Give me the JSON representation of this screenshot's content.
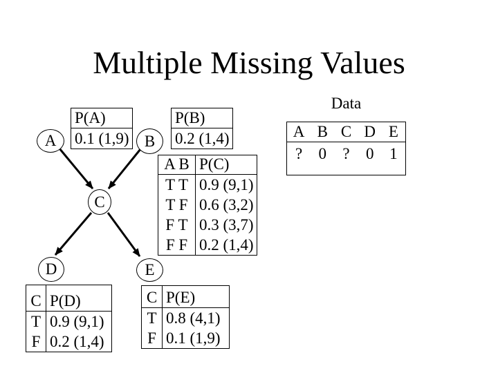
{
  "slide": {
    "title": "Multiple Missing Values",
    "data_label": "Data",
    "colors": {
      "background": "#ffffff",
      "foreground": "#000000"
    }
  },
  "network": {
    "nodes": [
      {
        "id": "A",
        "label": "A"
      },
      {
        "id": "B",
        "label": "B"
      },
      {
        "id": "C",
        "label": "C"
      },
      {
        "id": "D",
        "label": "D"
      },
      {
        "id": "E",
        "label": "E"
      }
    ],
    "edges": [
      {
        "from": "A",
        "to": "C"
      },
      {
        "from": "B",
        "to": "C"
      },
      {
        "from": "C",
        "to": "D"
      },
      {
        "from": "C",
        "to": "E"
      }
    ]
  },
  "tables": {
    "pa": {
      "header": "P(A)",
      "value": "0.1 (1,9)"
    },
    "pb": {
      "header": "P(B)",
      "value": "0.2 (1,4)"
    },
    "pc": {
      "col1_header": "A B",
      "col2_header": "P(C)",
      "rows": [
        [
          "T T",
          "0.9 (9,1)"
        ],
        [
          "T F",
          "0.6 (3,2)"
        ],
        [
          "F T",
          "0.3 (3,7)"
        ],
        [
          "F F",
          "0.2 (1,4)"
        ]
      ]
    },
    "data": {
      "headers": [
        "A",
        "B",
        "C",
        "D",
        "E"
      ],
      "values": [
        "?",
        "0",
        "?",
        "0",
        "1"
      ]
    },
    "pd": {
      "col1_header": "C",
      "col2_header": "P(D)",
      "rows": [
        [
          "T",
          "0.9 (9,1)"
        ],
        [
          "F",
          "0.2 (1,4)"
        ]
      ]
    },
    "pe": {
      "col1_header": "C",
      "col2_header": "P(E)",
      "rows": [
        [
          "T",
          "0.8 (4,1)"
        ],
        [
          "F",
          "0.1 (1,9)"
        ]
      ]
    }
  }
}
